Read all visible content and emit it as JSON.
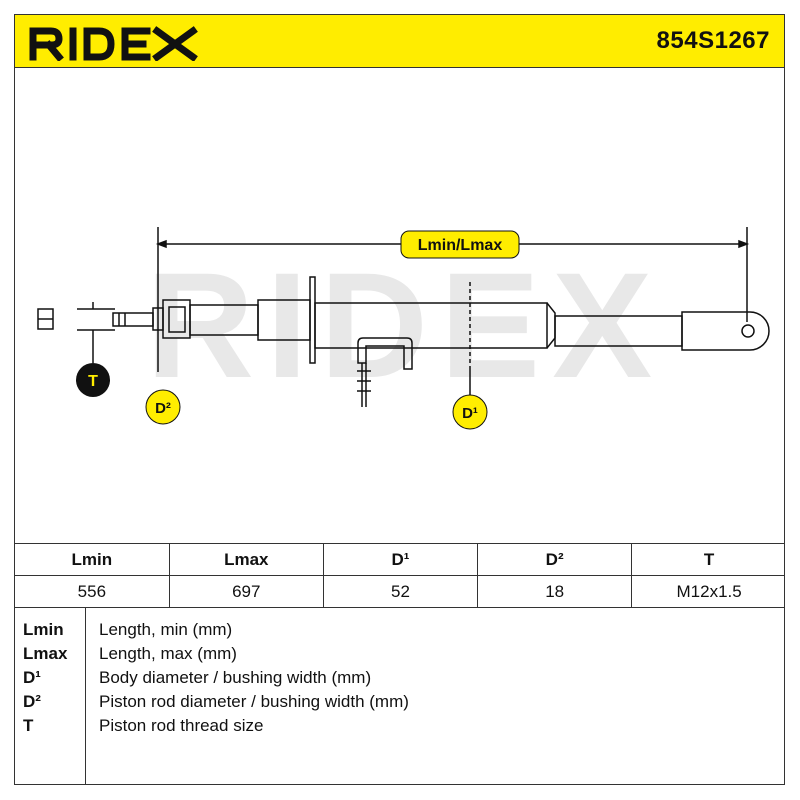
{
  "header": {
    "brand": "RIDEX",
    "part_number": "854S1267"
  },
  "diagram": {
    "watermark": "RIDEX",
    "labels": {
      "length": "Lmin/Lmax",
      "thread": "T",
      "rod_diameter": "D²",
      "body_diameter": "D¹"
    },
    "colors": {
      "accent": "#ffed00",
      "line": "#111111",
      "watermark": "#e6e6e6"
    }
  },
  "spec_table": {
    "headers": [
      "Lmin",
      "Lmax",
      "D¹",
      "D²",
      "T"
    ],
    "values": [
      "556",
      "697",
      "52",
      "18",
      "M12x1.5"
    ]
  },
  "legend": [
    {
      "key": "Lmin",
      "desc": "Length, min (mm)"
    },
    {
      "key": "Lmax",
      "desc": "Length, max (mm)"
    },
    {
      "key": "D¹",
      "desc": "Body diameter / bushing width (mm)"
    },
    {
      "key": "D²",
      "desc": "Piston rod diameter / bushing width (mm)"
    },
    {
      "key": "T",
      "desc": "Piston rod thread size"
    }
  ]
}
